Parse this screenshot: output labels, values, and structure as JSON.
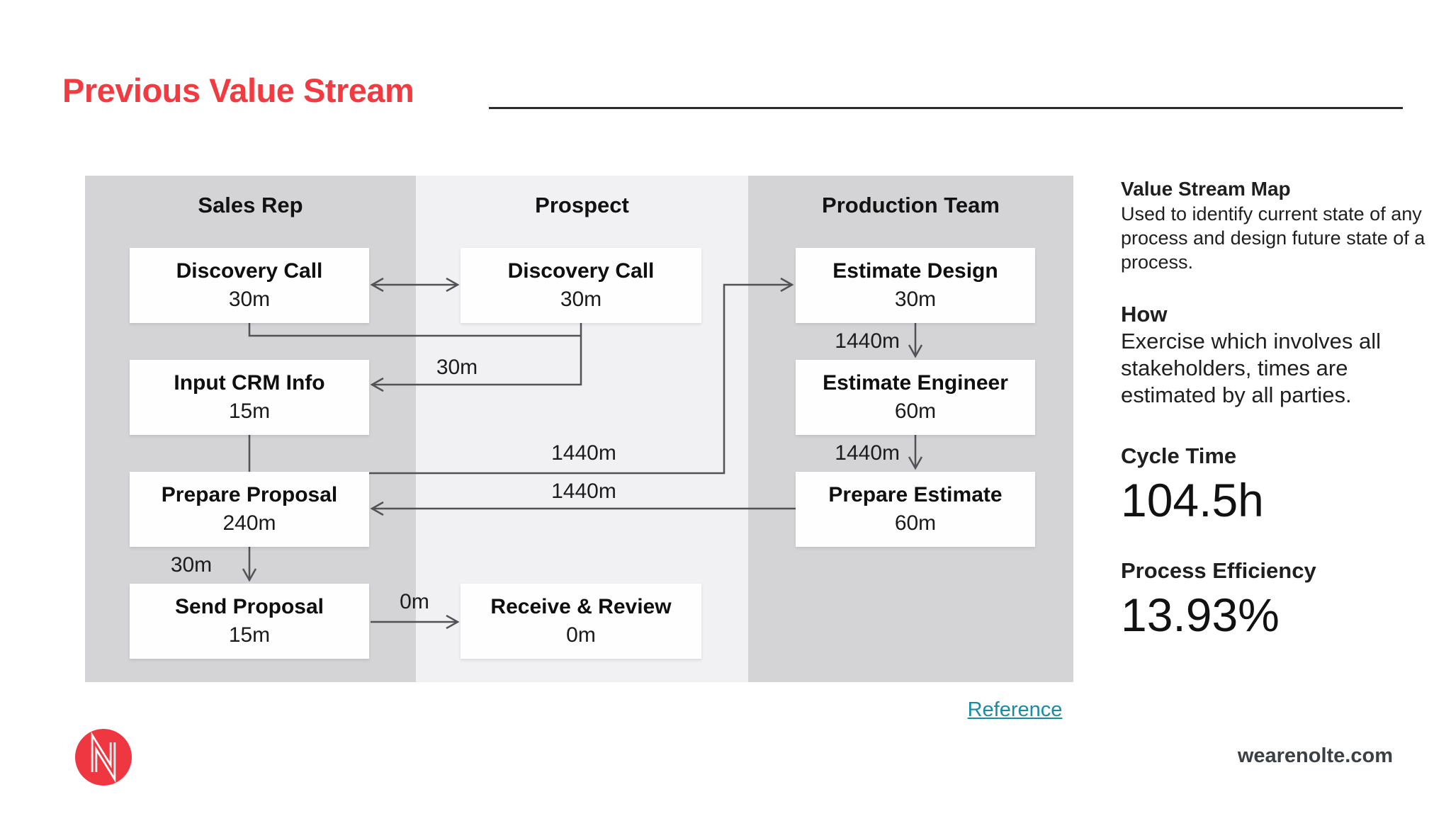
{
  "page": {
    "title": "Previous Value Stream"
  },
  "colors": {
    "accent_red": "#f23b40",
    "logo_red": "#ef3741",
    "link_teal": "#1a8ba1",
    "lane_gray": "#d4d3d5",
    "lane_light_gray": "#f1f0f2",
    "connector_gray": "#515156",
    "footer_text": "#3a4046"
  },
  "lanes": [
    {
      "name": "Sales Rep"
    },
    {
      "name": "Prospect"
    },
    {
      "name": "Production Team"
    }
  ],
  "nodes": {
    "discovery_sales": {
      "title": "Discovery Call",
      "time": "30m"
    },
    "discovery_prospect": {
      "title": "Discovery Call",
      "time": "30m"
    },
    "estimate_design": {
      "title": "Estimate Design",
      "time": "30m"
    },
    "input_crm": {
      "title": "Input CRM Info",
      "time": "15m"
    },
    "estimate_engineer": {
      "title": "Estimate Engineer",
      "time": "60m"
    },
    "prepare_proposal": {
      "title": "Prepare Proposal",
      "time": "240m"
    },
    "prepare_estimate": {
      "title": "Prepare Estimate",
      "time": "60m"
    },
    "send_proposal": {
      "title": "Send Proposal",
      "time": "15m"
    },
    "receive_review": {
      "title": "Receive & Review",
      "time": "0m"
    }
  },
  "edges": {
    "prospect_to_input_crm": "30m",
    "input_crm_to_estimate_design": "1440m",
    "design_to_engineer": "1440m",
    "engineer_to_prepare_estimate": "1440m",
    "prepare_estimate_to_proposal": "1440m",
    "proposal_to_send": "30m",
    "send_to_receive": "0m"
  },
  "sidebar": {
    "vsm_title": "Value Stream Map",
    "vsm_body": "Used to identify current state of any process and design future state of a process.",
    "how_title": "How",
    "how_body": "Exercise which involves all stakeholders, times are estimated by all parties.",
    "cycle_label": "Cycle Time",
    "cycle_value": "104.5h",
    "efficiency_label": "Process Efficiency",
    "efficiency_value": "13.93%"
  },
  "reference": {
    "label": "Reference"
  },
  "footer": {
    "site": "wearenolte.com"
  }
}
